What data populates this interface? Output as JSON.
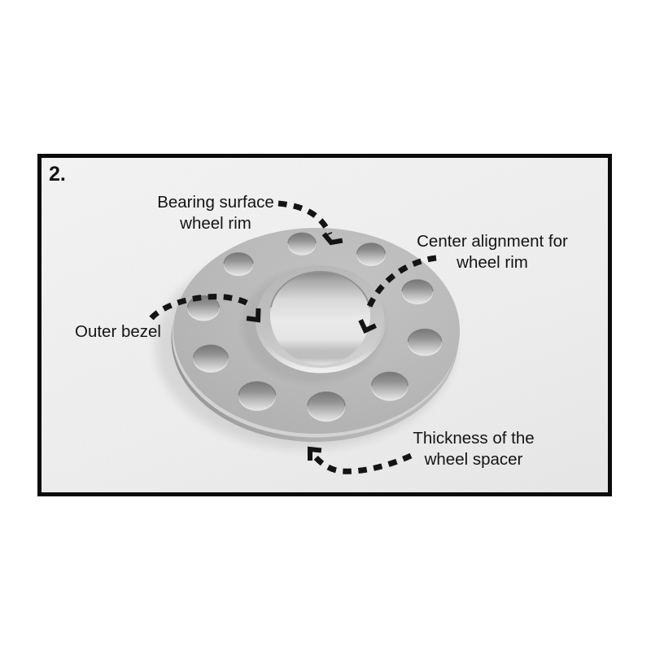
{
  "figure": {
    "step_number": "2.",
    "labels": {
      "bearing_surface": "Bearing surface\nwheel rim",
      "center_alignment": "Center alignment for\nwheel rim",
      "outer_bezel": "Outer bezel",
      "thickness": "Thickness of the\nwheel spacer"
    },
    "colors": {
      "frame_border": "#0b0b0b",
      "annotation_ink": "#141414",
      "metal_light": "#dadada",
      "metal_mid": "#c7c7c7",
      "metal_dark": "#a9a9a9",
      "background": "#ffffff"
    }
  }
}
